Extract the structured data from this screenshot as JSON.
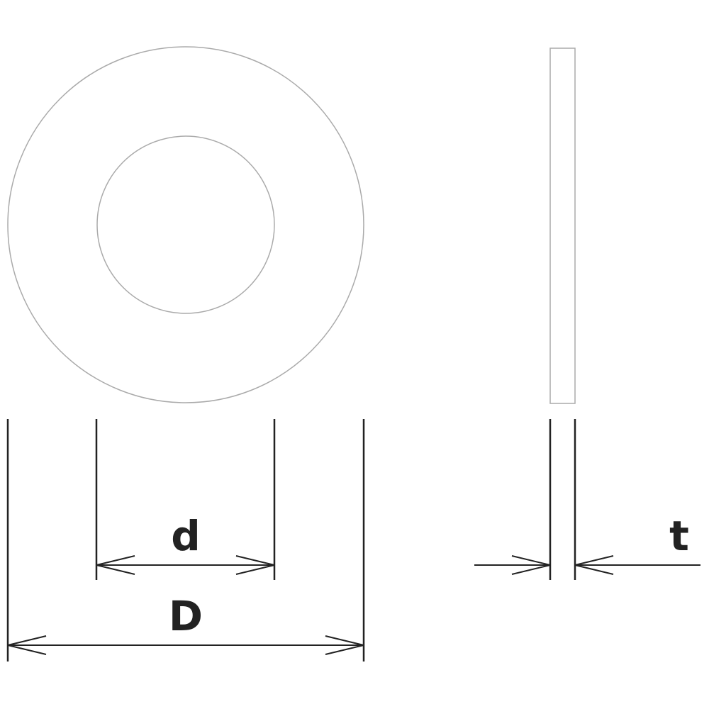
{
  "labels": {
    "inner_diameter": "d",
    "outer_diameter": "D",
    "thickness": "t"
  },
  "colors": {
    "outline": "#aaaaaa",
    "dimension": "#222222",
    "background": "#ffffff"
  }
}
